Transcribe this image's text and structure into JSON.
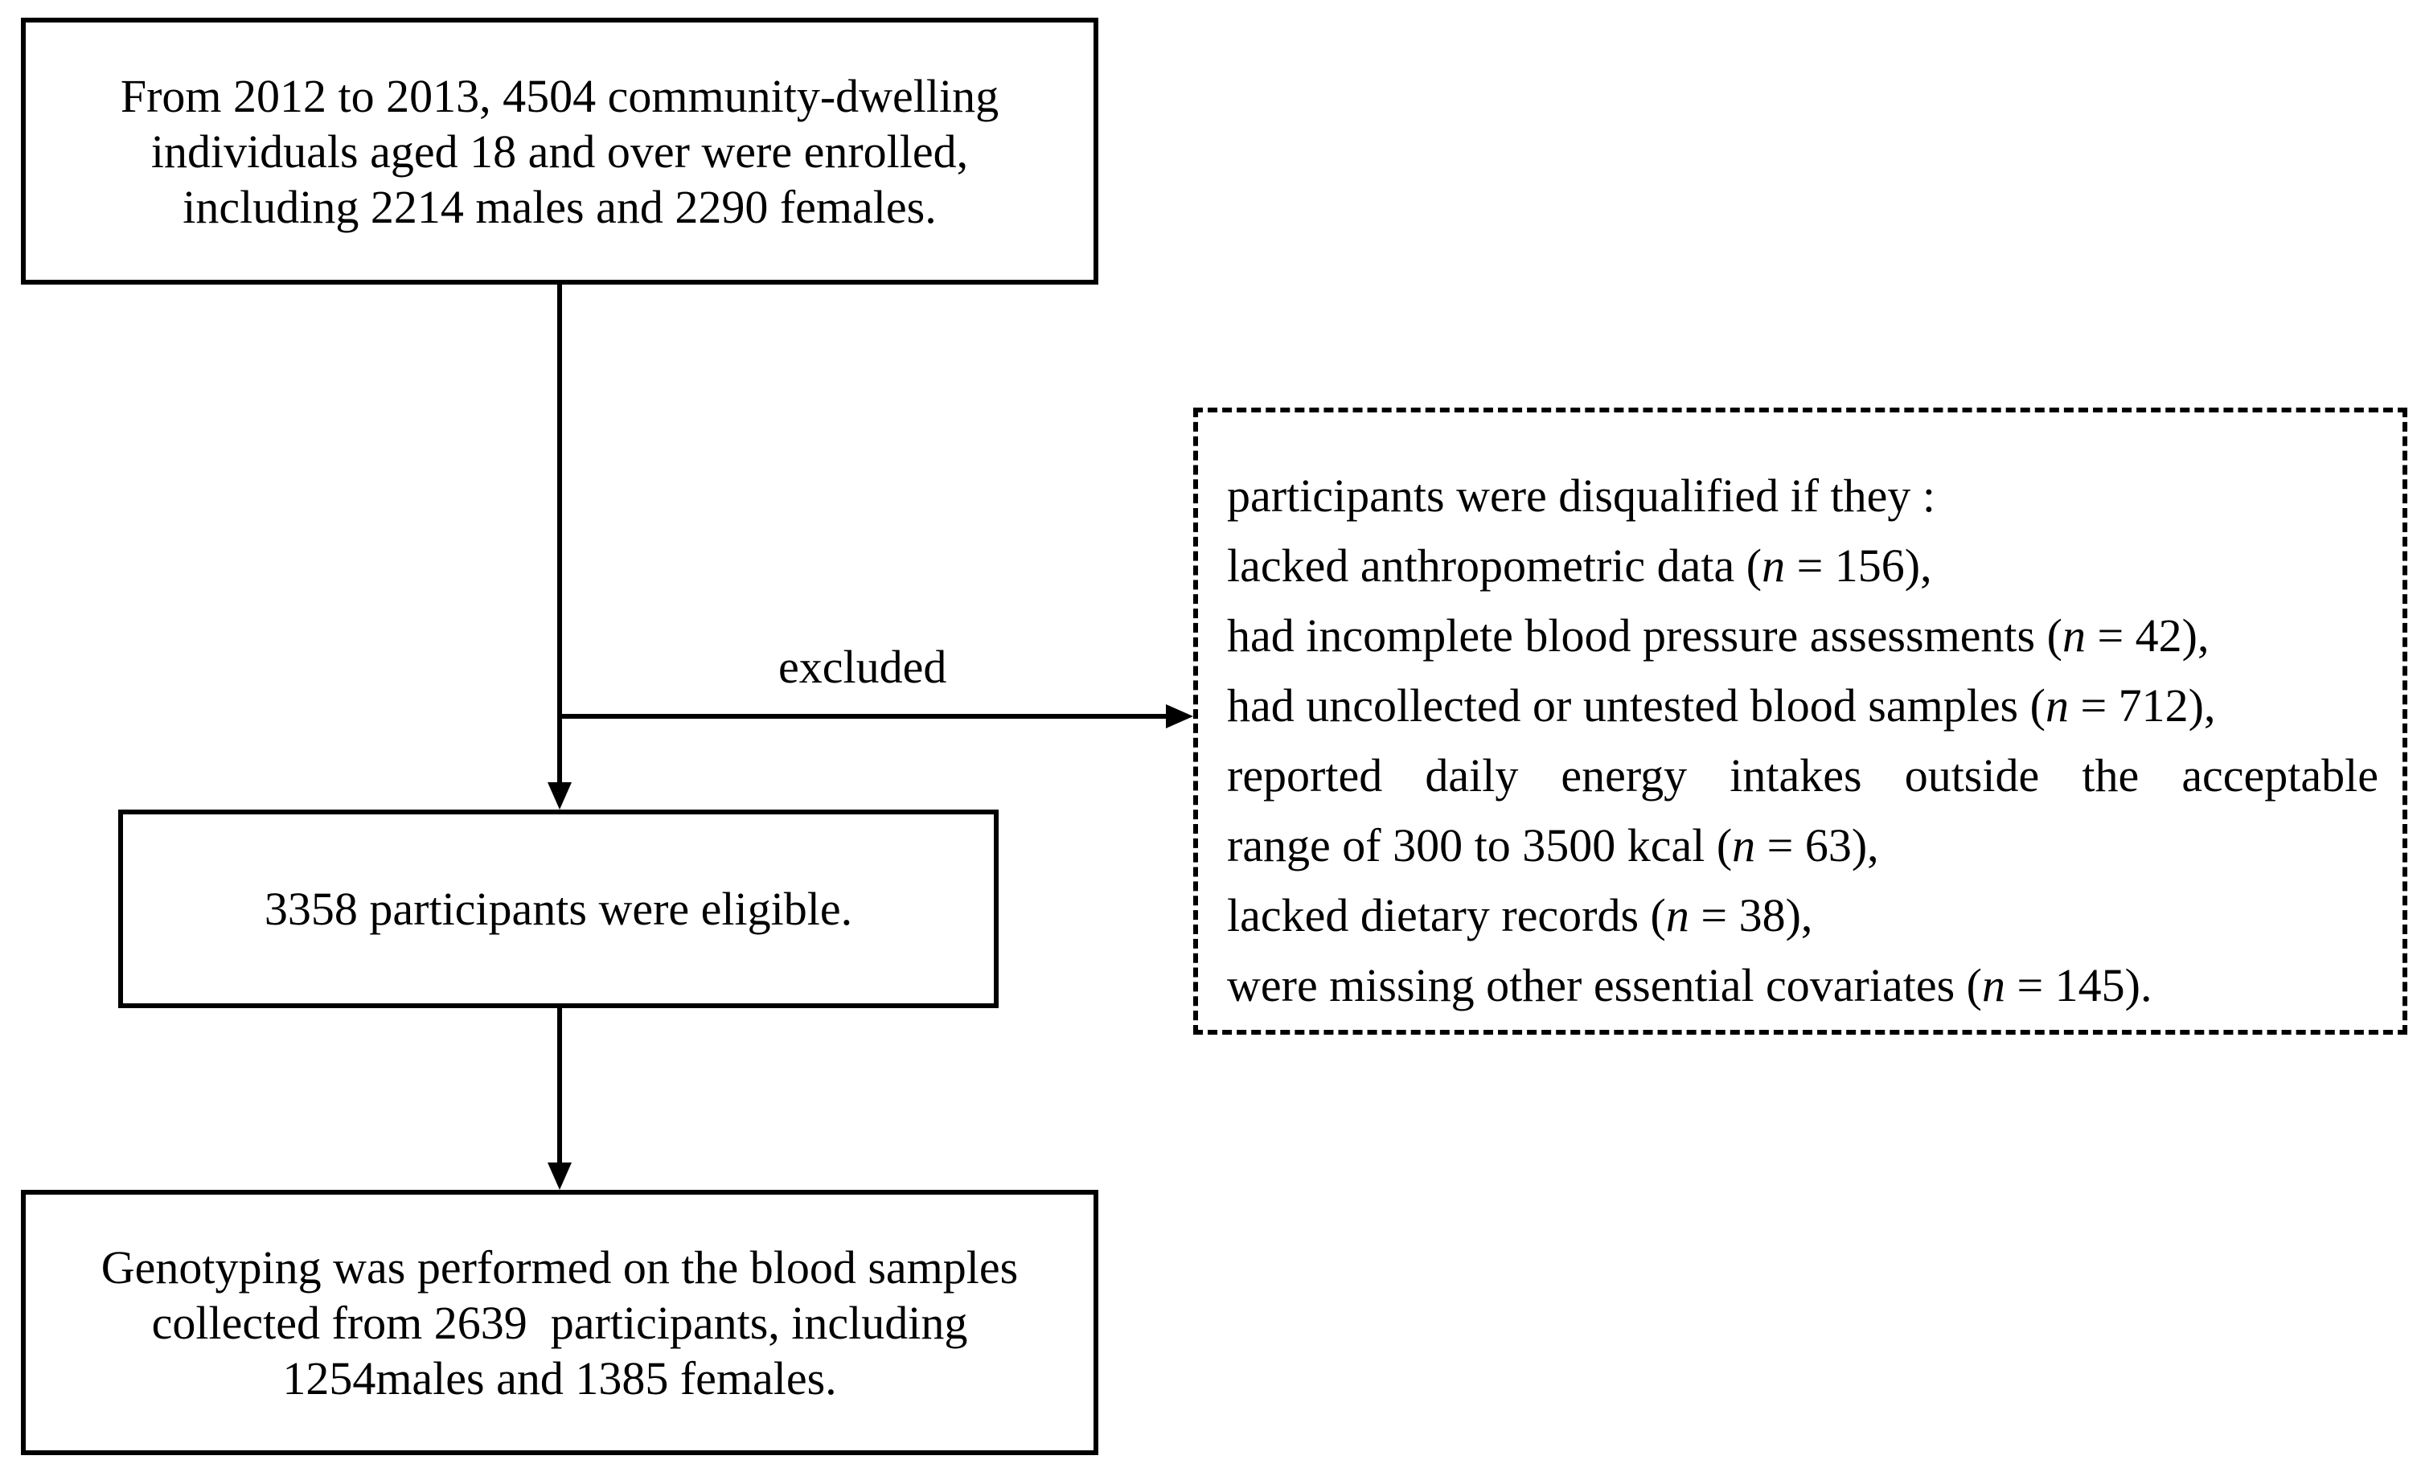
{
  "nodes": {
    "enrolled": {
      "lines": [
        "From 2012 to 2013, 4504 community-dwelling",
        "individuals aged 18 and over were enrolled,",
        "including 2214 males and 2290 females."
      ]
    },
    "eligible": {
      "text": "3358 participants were eligible."
    },
    "genotyped": {
      "lines": [
        "Genotyping was performed on the blood samples",
        "collected from 2639  participants, including",
        "1254males and 1385 females."
      ]
    },
    "exclusion": {
      "heading": "participants were disqualified if they :",
      "criteria": [
        {
          "text": "lacked anthropometric data (",
          "n_symbol": "n",
          "count": "= 156),",
          "wrap": false
        },
        {
          "text": "had incomplete blood pressure assessments (",
          "n_symbol": "n",
          "count": "= 42),",
          "wrap": false
        },
        {
          "text": "had uncollected or untested blood samples (",
          "n_symbol": "n",
          "count": "= 712),",
          "wrap": false
        },
        {
          "text": "reported daily energy intakes outside the acceptable",
          "text2": "range of 300 to 3500 kcal (",
          "n_symbol": "n",
          "count": "= 63),",
          "wrap": true
        },
        {
          "text": "lacked dietary records (",
          "n_symbol": "n",
          "count": "= 38),",
          "wrap": false
        },
        {
          "text": "were missing other essential covariates (",
          "n_symbol": "n",
          "count": "= 145).",
          "wrap": false
        }
      ]
    }
  },
  "edges": {
    "exclusion_label": "excluded"
  },
  "colors": {
    "stroke": "#000000",
    "background": "#ffffff"
  }
}
